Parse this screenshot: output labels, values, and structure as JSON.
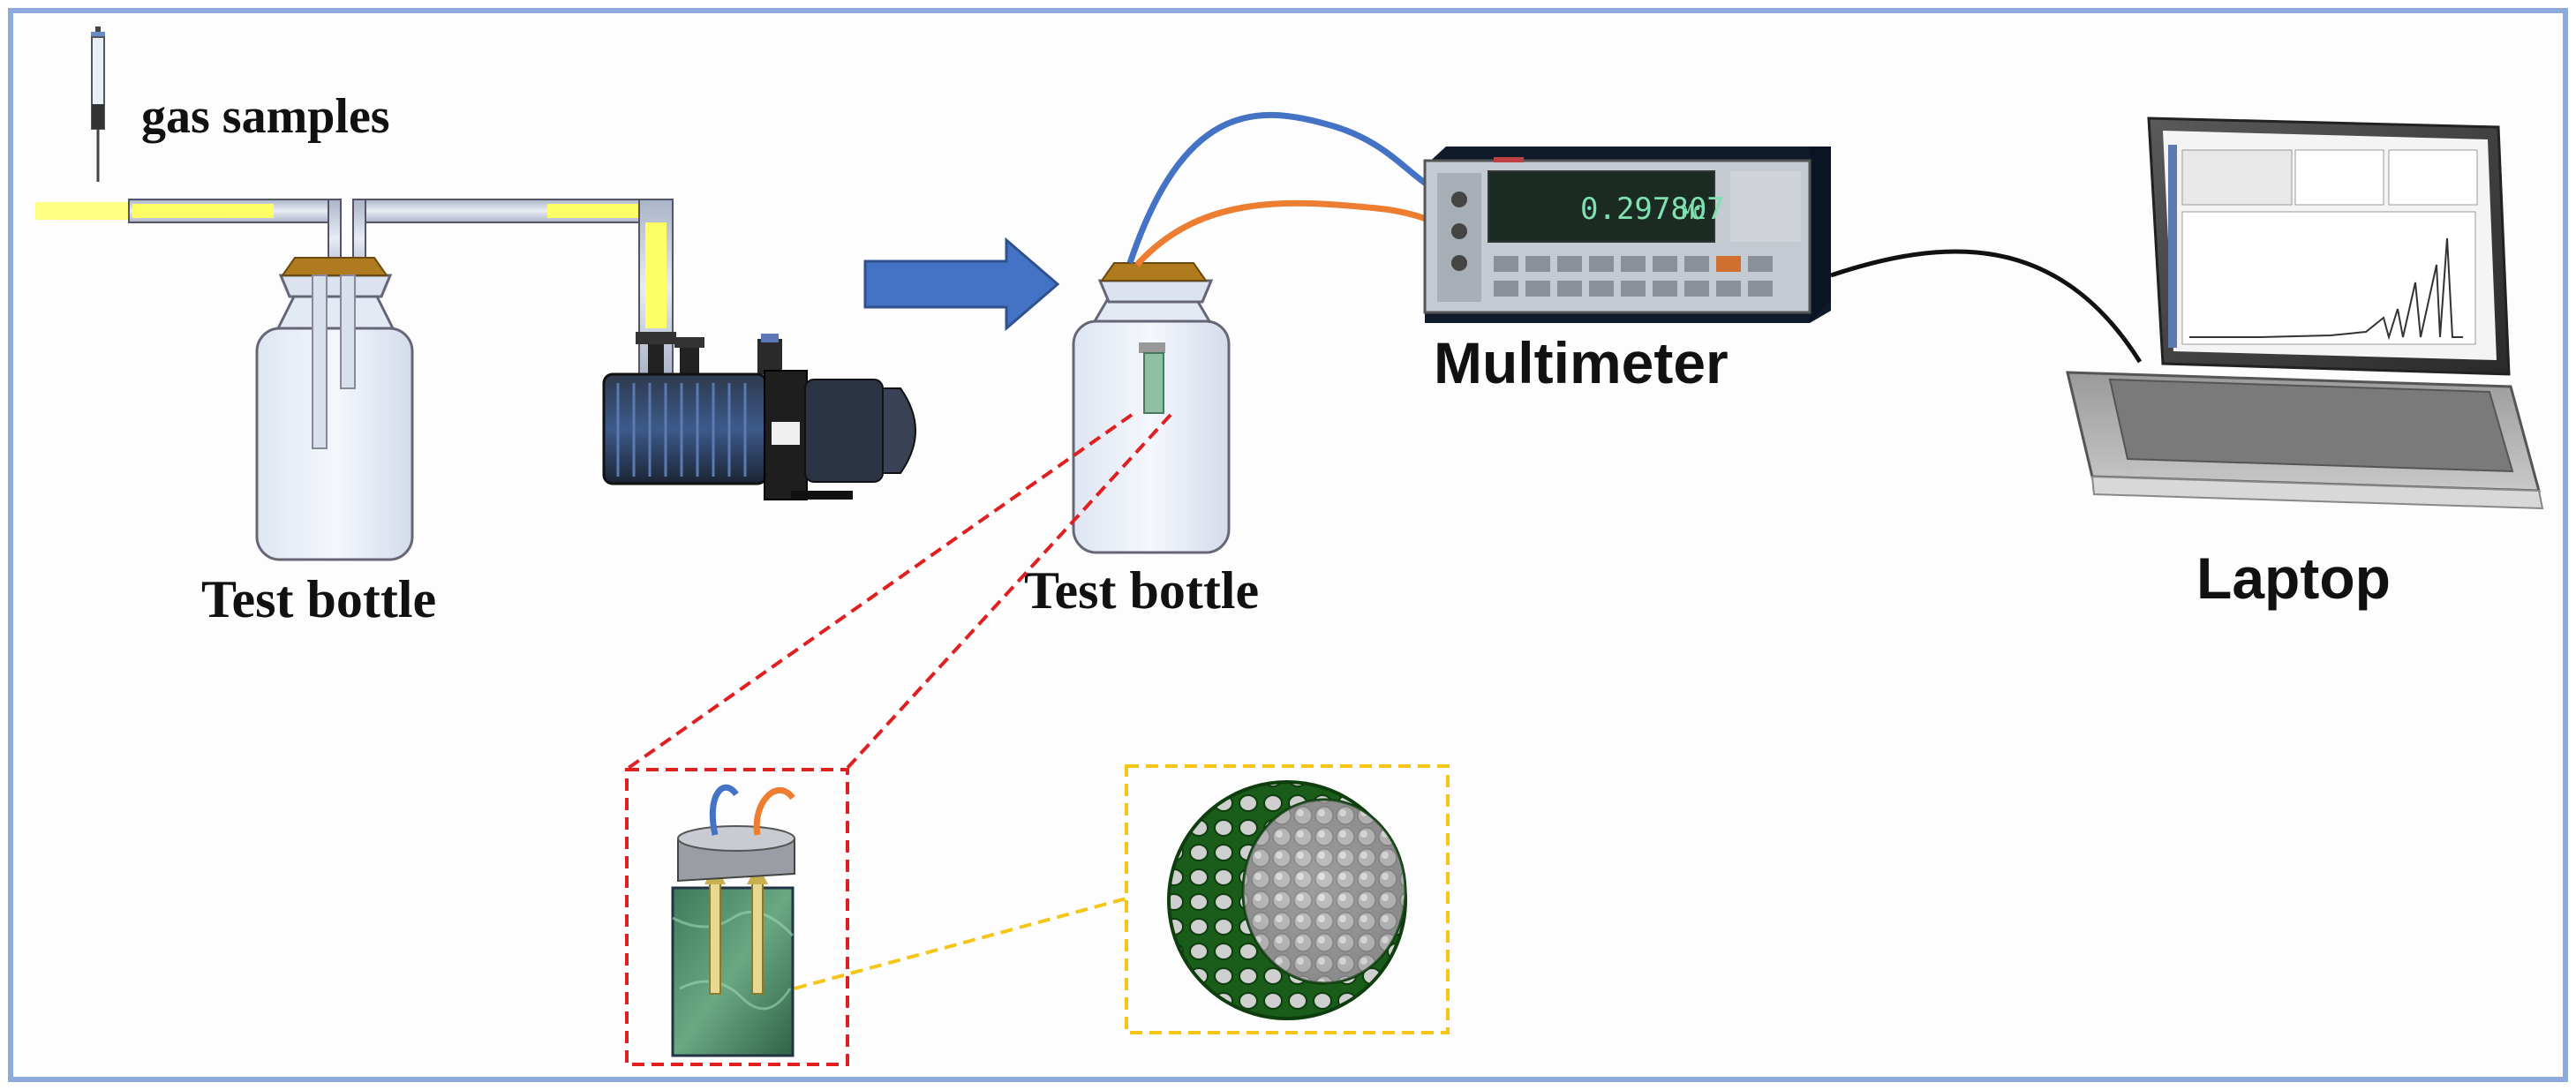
{
  "labels": {
    "gas_samples": "gas samples",
    "test_bottle_1": "Test bottle",
    "test_bottle_2": "Test bottle",
    "multimeter": "Multimeter",
    "laptop": "Laptop"
  },
  "multimeter_display": {
    "reading": "0.297807",
    "unit": "MΩ"
  },
  "colors": {
    "frame": "#8eaadb",
    "gas_line": "#ffff66",
    "arrow": "#4472c4",
    "wire_blue": "#4472c4",
    "wire_orange": "#ed7d31",
    "zoom_red": "#e02020",
    "zoom_yellow": "#f5c518"
  }
}
